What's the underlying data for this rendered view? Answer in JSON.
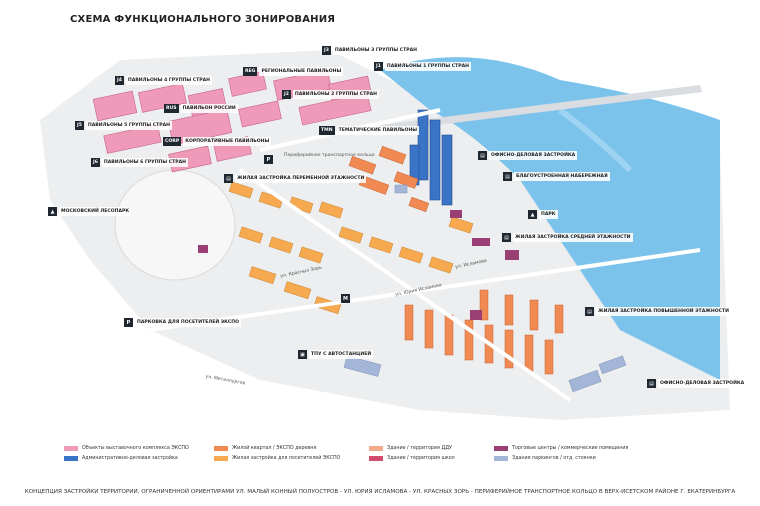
{
  "title": "СХЕМА ФУНКЦИОНАЛЬНОГО ЗОНИРОВАНИЯ",
  "labels": [
    {
      "id": "j3",
      "code": "J3",
      "text": "ПАВИЛЬОНЫ 3 ГРУППЫ СТРАН"
    },
    {
      "id": "reg",
      "code": "REG",
      "text": "РЕГИОНАЛЬНЫЕ ПАВИЛЬОНЫ"
    },
    {
      "id": "j1",
      "code": "J1",
      "text": "ПАВИЛЬОНЫ 1 ГРУППЫ СТРАН"
    },
    {
      "id": "j4",
      "code": "J4",
      "text": "ПАВИЛЬОНЫ 4 ГРУППЫ СТРАН"
    },
    {
      "id": "j2",
      "code": "J2",
      "text": "ПАВИЛЬОНЫ 2 ГРУППЫ СТРАН"
    },
    {
      "id": "rus",
      "code": "RUS",
      "text": "ПАВИЛЬОН РОССИИ"
    },
    {
      "id": "j5",
      "code": "J5",
      "text": "ПАВИЛЬОНЫ 5 ГРУППЫ СТРАН"
    },
    {
      "id": "tmn",
      "code": "TMN",
      "text": "ТЕМАТИЧЕСКИЕ ПАВИЛЬОНЫ"
    },
    {
      "id": "corp",
      "code": "CORP",
      "text": "КОРПОРАТИВНЫЕ ПАВИЛЬОНЫ"
    },
    {
      "id": "j6",
      "code": "J6",
      "text": "ПАВИЛЬОНЫ 6 ГРУППЫ СТРАН"
    }
  ],
  "features": [
    {
      "id": "office1",
      "icon": "▤",
      "text": "ОФИСНО-ДЕЛОВАЯ ЗАСТРОЙКА"
    },
    {
      "id": "embank",
      "icon": "▤",
      "text": "БЛАГОУСТРОЕННАЯ НАБЕРЕЖНАЯ"
    },
    {
      "id": "park",
      "icon": "▲",
      "text": "ПАРК"
    },
    {
      "id": "lowres",
      "icon": "▤",
      "text": "ЖИЛАЯ ЗАСТРОЙКА ПЕРЕМЕННОЙ ЭТАЖНОСТИ"
    },
    {
      "id": "forest",
      "icon": "▲",
      "text": "МОСКОВСКИЙ ЛЕСОПАРК"
    },
    {
      "id": "midres",
      "icon": "▤",
      "text": "ЖИЛАЯ ЗАСТРОЙКА СРЕДНЕЙ ЭТАЖНОСТИ"
    },
    {
      "id": "highres",
      "icon": "▤",
      "text": "ЖИЛАЯ ЗАСТРОЙКА ПОВЫШЕННОЙ ЭТАЖНОСТИ"
    },
    {
      "id": "parking",
      "icon": "P",
      "text": "ПАРКОВКА ДЛЯ ПОСЕТИТЕЛЕЙ ЭКСПО"
    },
    {
      "id": "tpu",
      "icon": "▣",
      "text": "ТПУ С АВТОСТАНЦИЕЙ"
    },
    {
      "id": "office2",
      "icon": "▤",
      "text": "ОФИСНО-ДЕЛОВАЯ ЗАСТРОЙКА"
    }
  ],
  "small_labels": {
    "ring": "Периферийное транспортное кольцо",
    "parking_icon": "P",
    "metro_icon": "M"
  },
  "streets": [
    "ул. Красных Зорь",
    "ул. Исламова",
    "ул. Юрия Исламова",
    "ул. Металлургов"
  ],
  "legend": [
    {
      "color": "#ee9ab8",
      "text": "Объекты выставочного комплекса ЭКСПО"
    },
    {
      "color": "#3a74c6",
      "text": "Административно-деловая застройка"
    },
    {
      "color": "#f08a52",
      "text": "Жилой квартал / ЭКСПО деревня"
    },
    {
      "color": "#f6a94e",
      "text": "Жилая застройка для посетителей ЭКСПО"
    },
    {
      "color": "#f2a98c",
      "text": "Здание / территория ДДУ"
    },
    {
      "color": "#d24d6a",
      "text": "Здание / территория школ"
    },
    {
      "color": "#9a3f74",
      "text": "Торговые центры / коммерческие помещения"
    },
    {
      "color": "#a3b6d8",
      "text": "Здания паркингов / отд. стоянки"
    }
  ],
  "footer": "КОНЦЕПЦИЯ ЗАСТРОЙКИ ТЕРРИТОРИИ, ОГРАНИЧЕННОЙ ОРИЕНТИРАМИ УЛ. МАЛЫЙ КОННЫЙ ПОЛУОСТРОВ - УЛ. ЮРИЯ ИСЛАМОВА - УЛ. КРАСНЫХ ЗОРЬ - ПЕРИФЕРИЙНОЕ ТРАНСПОРТНОЕ КОЛЬЦО В ВЕРХ-ИСЕТСКОМ РАЙОНЕ Г. ЕКАТЕРИНБУРГА",
  "colors": {
    "water": "#7cc3ec",
    "expo": "#ee9ab8",
    "office": "#3a74c6",
    "residential": "#f6a94e",
    "village": "#f08a52",
    "commercial": "#9a3f74",
    "parking": "#a3b6d8",
    "ground": "#f1f2f3",
    "road": "#ffffff"
  }
}
